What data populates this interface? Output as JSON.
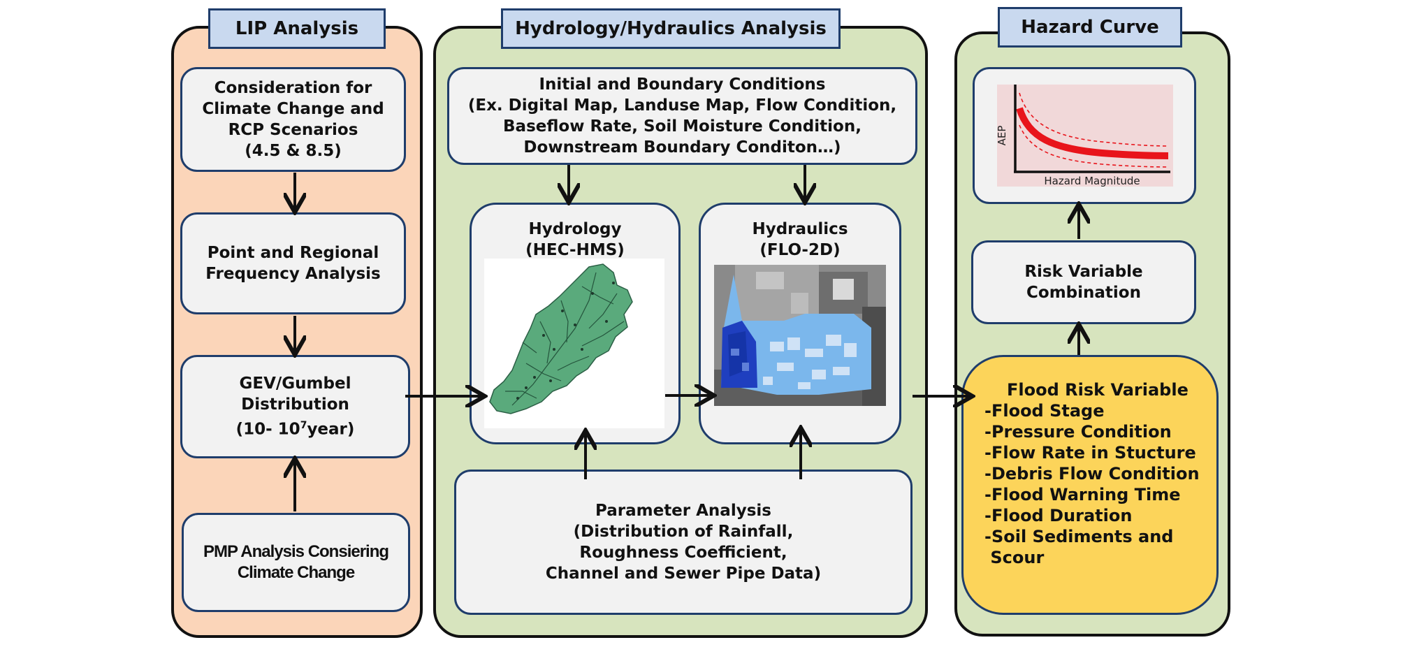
{
  "lip": {
    "header": "LIP Analysis",
    "box1": "Consideration for\nClimate Change and\nRCP Scenarios\n(4.5 & 8.5)",
    "box2": "Point and Regional\nFrequency Analysis",
    "box3_line1": "GEV/Gumbel",
    "box3_line2": "Distribution",
    "box3_pre": "(10- 10",
    "box3_sup": "7",
    "box3_post": "year)",
    "box4": "PMP Analysis Consiering\nClimate Change"
  },
  "hh": {
    "header": "Hydrology/Hydraulics Analysis",
    "initial": "Initial and Boundary Conditions\n(Ex. Digital Map, Landuse Map, Flow Condition,\nBaseflow Rate, Soil Moisture Condition,\nDownstream Boundary Conditon…)",
    "hydrology": "Hydrology\n(HEC-HMS)",
    "hydraulics": "Hydraulics\n(FLO-2D)",
    "parameter": "Parameter Analysis\n(Distribution of Rainfall,\nRoughness Coefficient,\nChannel and Sewer Pipe Data)"
  },
  "hazard": {
    "header": "Hazard Curve",
    "curve_ylabel": "AEP",
    "curve_xlabel": "Hazard Magnitude",
    "combination": "Risk Variable\nCombination",
    "risk_title": "Flood Risk Variable",
    "risk_items": [
      "-Flood Stage",
      "-Pressure Condition",
      "-Flow Rate in Stucture",
      "-Debris Flow Condition",
      "-Flood Warning Time",
      "-Flood Duration",
      "-Soil Sediments and\n Scour"
    ]
  },
  "colors": {
    "lip_panel": "#fbd5b9",
    "hh_panel": "#d7e4be",
    "header_fill": "#c9d9ef",
    "box_fill": "#f2f2f2",
    "risk_fill": "#fcd45a",
    "curve_red": "#e8141b"
  }
}
